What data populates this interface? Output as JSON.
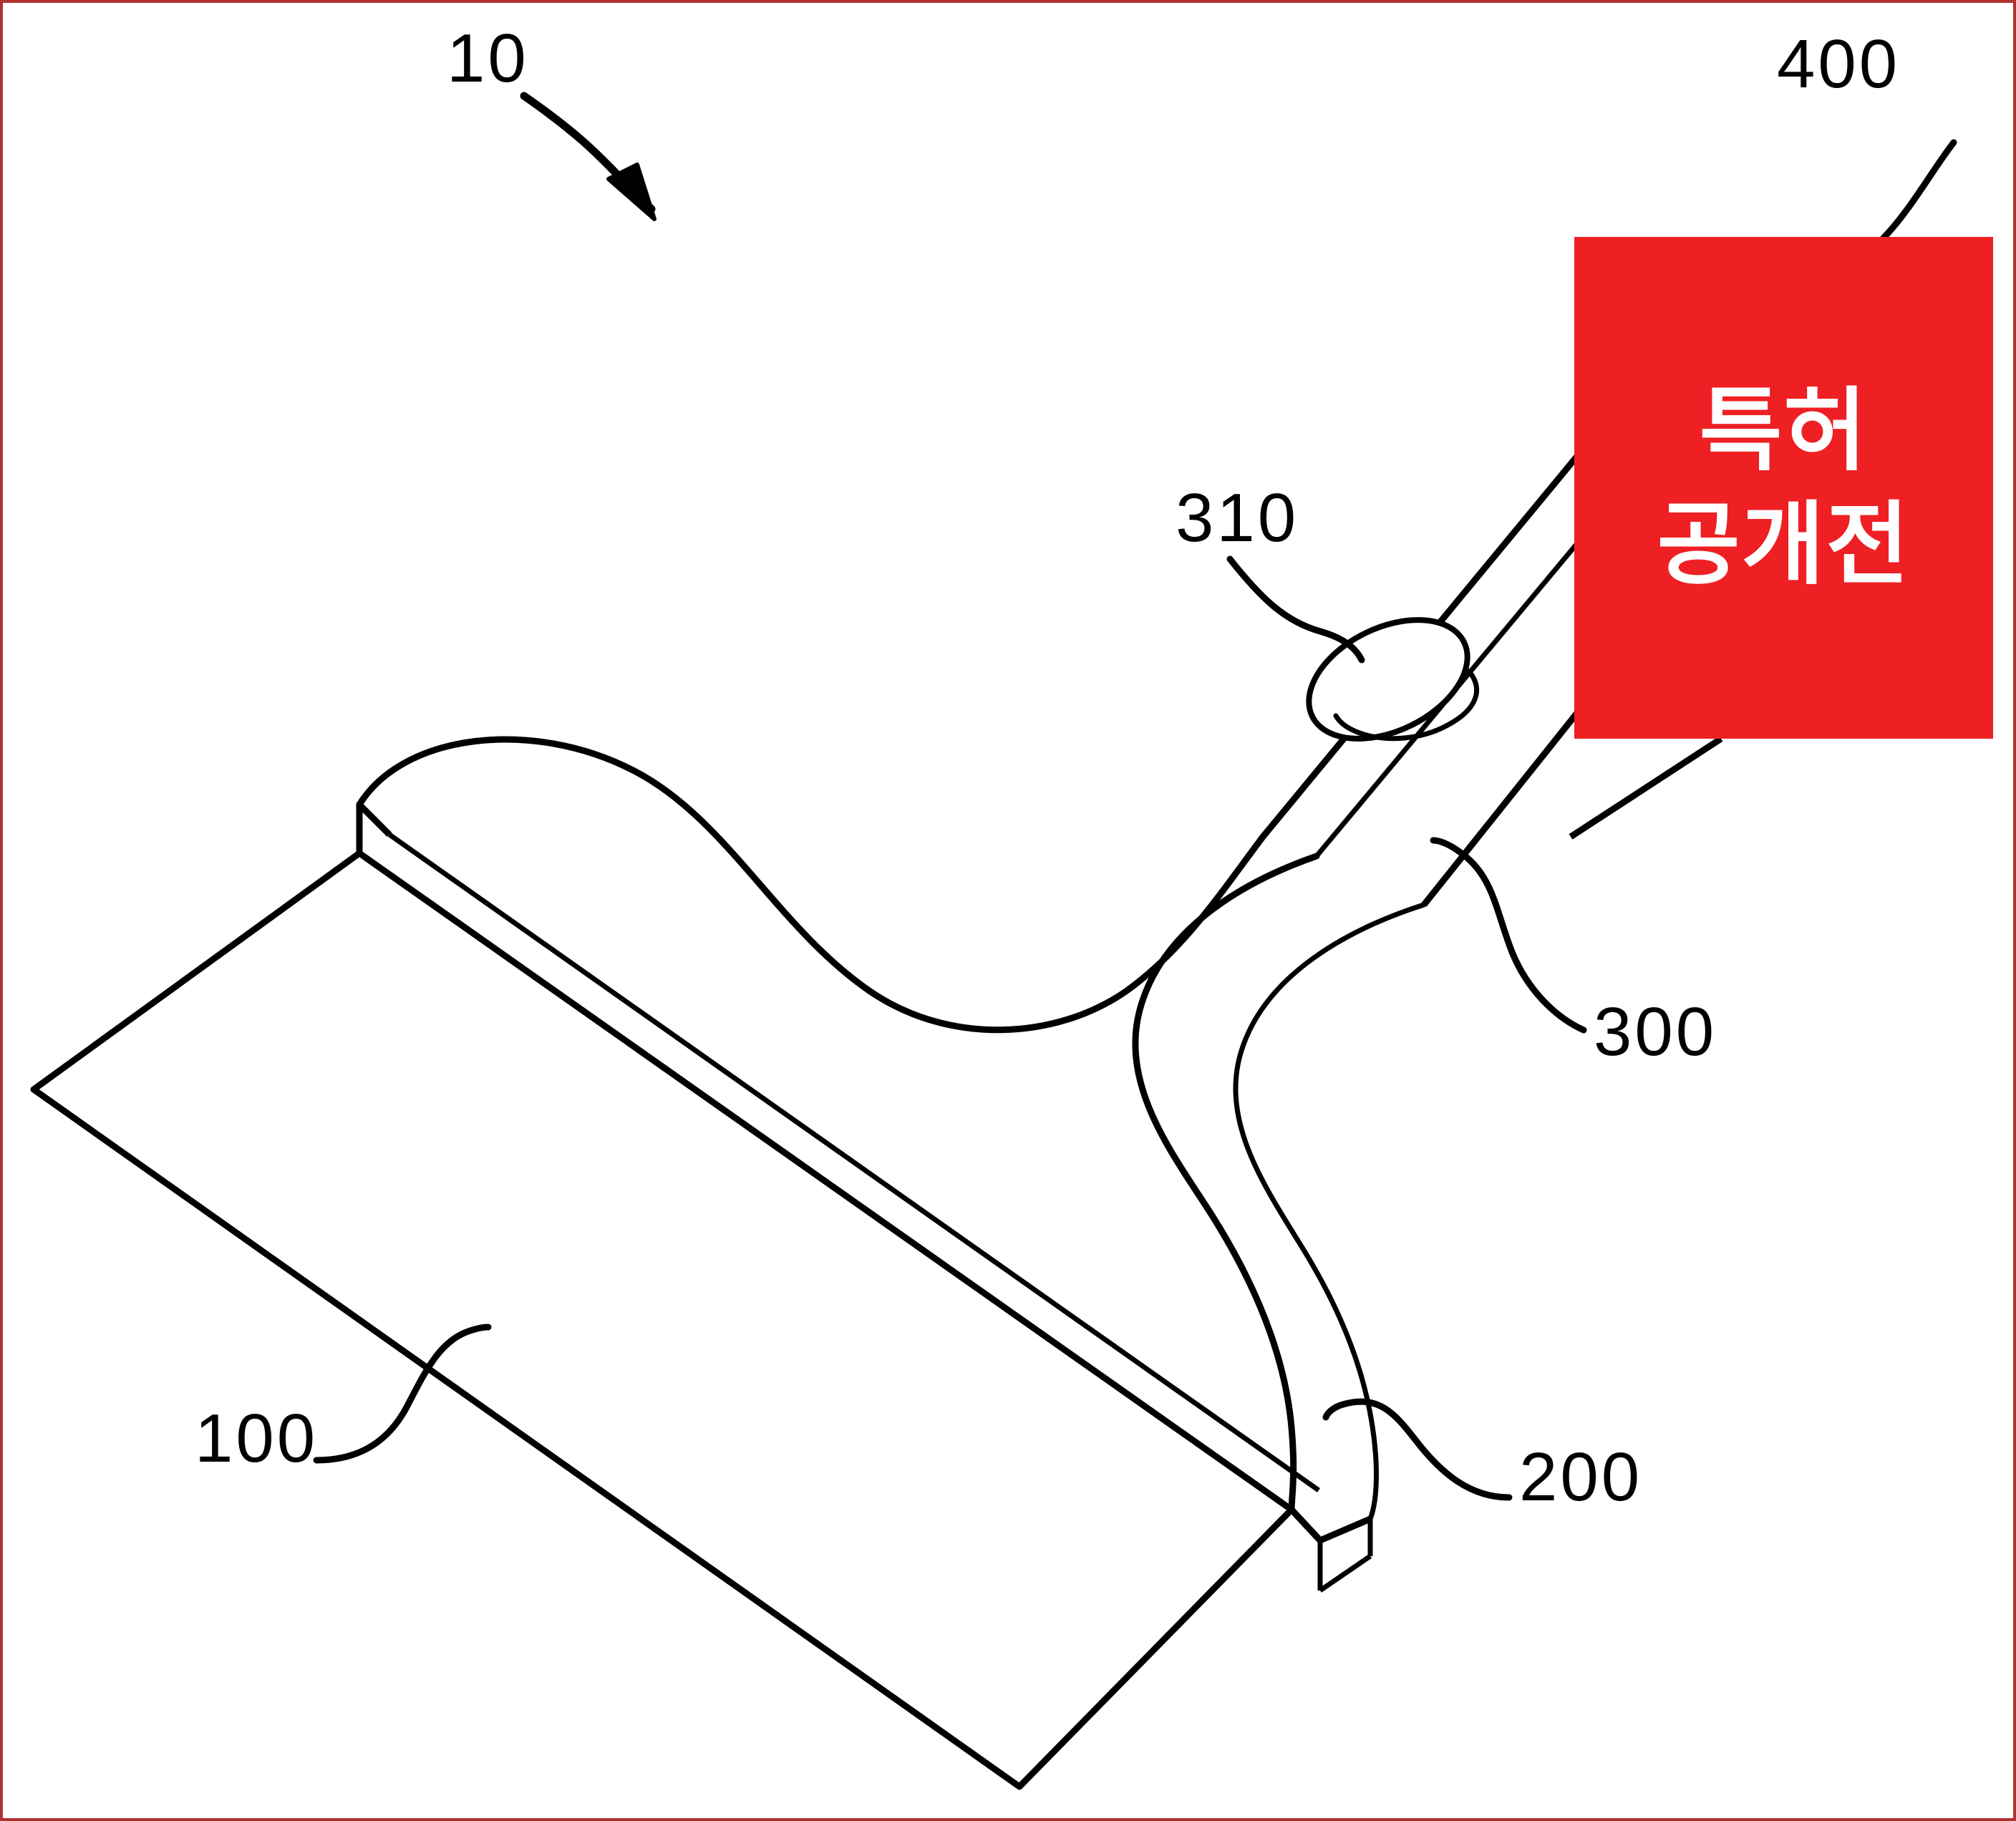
{
  "figure": {
    "title_hint": "Patent figure: hand scraper / putty knife isometric view",
    "background_color": "#ffffff",
    "line_color": "#000000",
    "border_color": "#b03030"
  },
  "reference_numerals": [
    {
      "id": "assembly",
      "label": "10",
      "points_to": "overall-assembly"
    },
    {
      "id": "watermark_ref",
      "label": "400",
      "points_to": "grip-cover"
    },
    {
      "id": "hole",
      "label": "310",
      "points_to": "hanging-hole"
    },
    {
      "id": "handle",
      "label": "300",
      "points_to": "handle-shaft"
    },
    {
      "id": "neck",
      "label": "200",
      "points_to": "neck-junction"
    },
    {
      "id": "blade",
      "label": "100",
      "points_to": "blade-plate"
    }
  ],
  "watermark": {
    "background_color": "#ee2024",
    "text_color": "#ffffff",
    "line1": "특허",
    "line2": "공개전"
  }
}
